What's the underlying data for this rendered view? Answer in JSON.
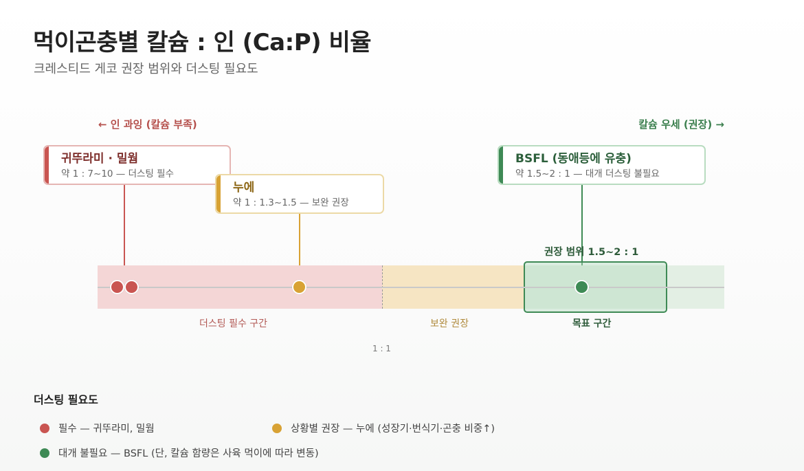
{
  "header": {
    "title": "먹이곤충별 칼슘 : 인 (Ca:P) 비율",
    "subtitle": "크레스티드 게코 권장 범위와 더스팅 필요도"
  },
  "direction": {
    "left": "← 인 과잉 (칼슘 부족)",
    "right": "칼슘 우세 (권장) →"
  },
  "callouts": {
    "cricket": {
      "title": "귀뚜라미 · 밀웜",
      "detail": "약 1 : 7~10 — 더스팅 필수",
      "color": "#c95551"
    },
    "roach": {
      "title": "누에",
      "detail": "약 1 : 1.3~1.5 — 보완 권장",
      "color": "#d8a234"
    },
    "bsfl": {
      "title": "BSFL (동애등에 유충)",
      "detail": "약 1.5~2 : 1 — 대개 더스팅 불필요",
      "color": "#3e8a55"
    }
  },
  "scale": {
    "range_label": "권장 범위 1.5~2 : 1",
    "zones": [
      "더스팅 필수 구간",
      "보완 권장",
      "목표 구간"
    ],
    "midpoint_label": "1 : 1"
  },
  "legend": {
    "title": "더스팅 필요도",
    "items": [
      {
        "label": "필수 — 귀뚜라미, 밀웜",
        "color": "#c95551"
      },
      {
        "label": "상황별 권장 — 누에 (성장기·번식기·곤충 비중↑)",
        "color": "#d8a234"
      },
      {
        "label": "대개 불필요 — BSFL (단, 칼슘 함량은 사육 먹이에 따라 변동)",
        "color": "#3e8a55"
      }
    ]
  }
}
